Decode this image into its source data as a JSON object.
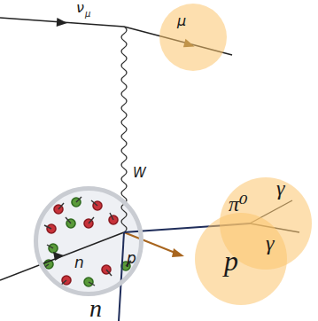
{
  "diagram": {
    "nodes": [
      {
        "text": [
          "μ"
        ]
      },
      {
        "text": [
          "n",
          "p"
        ]
      },
      {
        "text": [
          "p"
        ]
      },
      {
        "text": [
          "π⁰",
          "γ",
          "γ"
        ]
      }
    ],
    "edges": [
      {
        "from": 1,
        "to": 3,
        "arrow": "none"
      }
    ],
    "labels": [
      "ν",
      "μ",
      "W",
      "n"
    ]
  }
}
